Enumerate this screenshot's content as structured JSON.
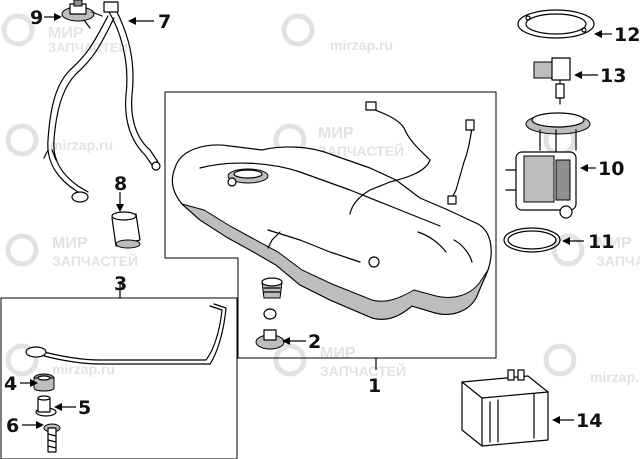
{
  "watermark": {
    "brand_text": "mirzap.ru",
    "cyrillic_line1": "МИР",
    "cyrillic_line2": "ЗАПЧАСТЕЙ"
  },
  "callouts": [
    {
      "id": "1",
      "label": "1"
    },
    {
      "id": "2",
      "label": "2"
    },
    {
      "id": "3",
      "label": "3"
    },
    {
      "id": "4",
      "label": "4"
    },
    {
      "id": "5",
      "label": "5"
    },
    {
      "id": "6",
      "label": "6"
    },
    {
      "id": "7",
      "label": "7"
    },
    {
      "id": "8",
      "label": "8"
    },
    {
      "id": "9",
      "label": "9"
    },
    {
      "id": "10",
      "label": "10"
    },
    {
      "id": "11",
      "label": "11"
    },
    {
      "id": "12",
      "label": "12"
    },
    {
      "id": "13",
      "label": "13"
    },
    {
      "id": "14",
      "label": "14"
    }
  ]
}
